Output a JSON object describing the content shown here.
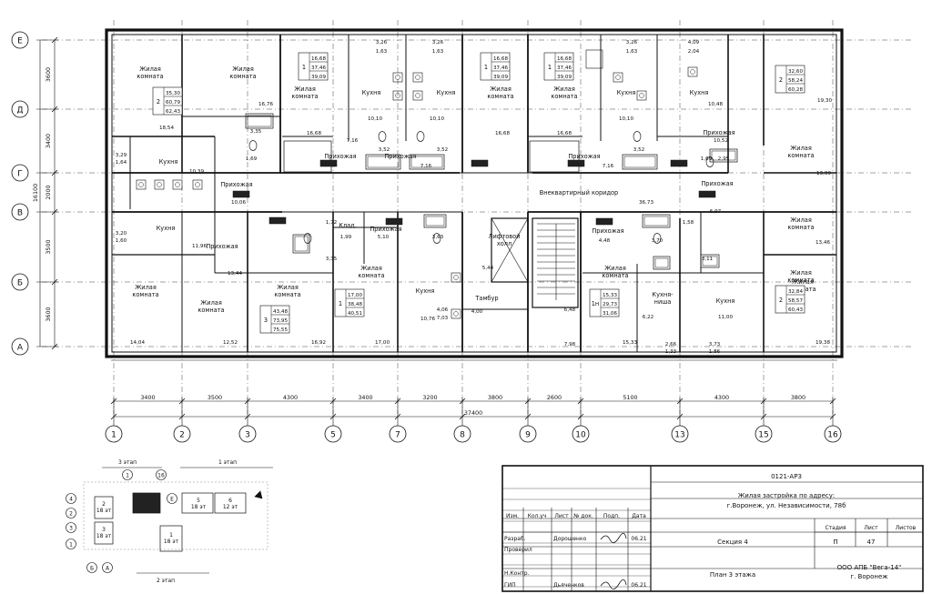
{
  "project_code": "0121-АРЗ",
  "address_line1": "Жилая застройка по адресу:",
  "address_line2": "г.Воронеж, ул. Независимости, 78б",
  "section": "Секция 4",
  "sheet_title": "План 3 этажа",
  "company_line1": "ООО АПБ \"Вега-14\"",
  "company_line2": "г. Воронеж",
  "stage_header": "Стадия",
  "sheet_header": "Лист",
  "sheets_header": "Листов",
  "stage_value": "П",
  "sheet_value": "47",
  "stamp_headers": [
    "Изм.",
    "Кол.уч",
    "Лист",
    "№ док.",
    "Подп.",
    "Дата"
  ],
  "roles": [
    {
      "role": "Разраб.",
      "name": "Дорошенко",
      "date": "06.21"
    },
    {
      "role": "Проверил",
      "name": "",
      "date": ""
    },
    {
      "role": "Н.Контр.",
      "name": "",
      "date": ""
    },
    {
      "role": "ГИП",
      "name": "Дьяченков",
      "date": "06.21"
    }
  ],
  "total_length": "37400",
  "axis_numbers": [
    "1",
    "2",
    "3",
    "5",
    "7",
    "8",
    "9",
    "10",
    "13",
    "15",
    "16"
  ],
  "axis_spacings": [
    "3400",
    "3500",
    "4300",
    "3400",
    "3200",
    "3800",
    "2600",
    "5100",
    "4300",
    "3800"
  ],
  "axis_letters": [
    "Е",
    "Д",
    "Г",
    "В",
    "Б",
    "А"
  ],
  "vertical_dims": [
    "3600",
    "3400",
    "2000",
    "3500",
    "3600"
  ],
  "total_height": "16100",
  "key_plan": {
    "floor3": "3 этап",
    "floor1": "1 этап",
    "floor2": "2 этап",
    "sections": [
      {
        "num": "2",
        "area": "18 эт"
      },
      {
        "num": "3",
        "area": "18 эт"
      },
      {
        "num": "5",
        "area": "18 эт"
      },
      {
        "num": "6",
        "area": "12 эт"
      },
      {
        "num": "1",
        "area": "18 эт"
      }
    ],
    "axes_top": [
      "1",
      "16"
    ],
    "axes_left": [
      "4",
      "2",
      "3",
      "1"
    ],
    "axes_bottom": [
      "Б",
      "А"
    ],
    "axis_e": "Е"
  },
  "rooms": [
    {
      "label": [
        "Жилая",
        "комната"
      ],
      "area": ""
    },
    {
      "label": [
        "Жилая",
        "комната"
      ],
      "area": "16,76"
    },
    {
      "label": [
        "Жилая",
        "комната"
      ],
      "area": "16,68"
    },
    {
      "label": [
        "Кухня"
      ],
      "area": "10,10"
    },
    {
      "label": [
        "Кухня"
      ],
      "area": "10,10"
    },
    {
      "label": [
        "Жилая",
        "комната"
      ],
      "area": "16,68"
    },
    {
      "label": [
        "Жилая",
        "комната"
      ],
      "area": "16,68"
    },
    {
      "label": [
        "Кухня"
      ],
      "area": "10,10"
    },
    {
      "label": [
        "Кухня"
      ],
      "area": "10,48"
    },
    {
      "label": [
        "Жилая",
        "комната"
      ],
      "area": "19,30"
    },
    {
      "label": [
        "Кухня"
      ],
      "area": "10,39"
    },
    {
      "label": [
        "Жилая",
        "комната"
      ],
      "area": "13,99"
    },
    {
      "label": [
        "Прихожая"
      ],
      "area": "10,06"
    },
    {
      "label": [
        "Прихожая"
      ],
      "area": "7,16"
    },
    {
      "label": [
        "Прихожая"
      ],
      "area": "7,16"
    },
    {
      "label": [
        "Прихожая"
      ],
      "area": "7,16"
    },
    {
      "label": [
        "Прихожая"
      ],
      "area": "10,52"
    },
    {
      "label": [
        "Внеквартирный коридор"
      ],
      "area": "36,73"
    },
    {
      "label": [
        "Прихожая"
      ],
      "area": ""
    },
    {
      "label": [
        "Кухня"
      ],
      "area": "11,96"
    },
    {
      "label": [
        "Прихожая"
      ],
      "area": "13,44"
    },
    {
      "label": [
        "Клад."
      ],
      "area": "1,99"
    },
    {
      "label": [
        "Прихожая"
      ],
      "area": "5,10"
    },
    {
      "label": [
        "Лифтовой",
        "холл"
      ],
      "area": "5,44"
    },
    {
      "label": [
        "Прихожая"
      ],
      "area": "4,48"
    },
    {
      "label": [
        "Жилая",
        "комната"
      ],
      "area": "13,46"
    },
    {
      "label": [
        "Жилая",
        "комната"
      ],
      "area": "14,04"
    },
    {
      "label": [
        "Жилая",
        "комната"
      ],
      "area": "12,52"
    },
    {
      "label": [
        "Жилая",
        "комната"
      ],
      "area": "16,92"
    },
    {
      "label": [
        "Жилая",
        "комната"
      ],
      "area": "17,00"
    },
    {
      "label": [
        "Кухня"
      ],
      "area": "10,76"
    },
    {
      "label": [
        "Тамбур"
      ],
      "area": "4,00"
    },
    {
      "label": [
        "Жилая",
        "комната"
      ],
      "area": "15,33"
    },
    {
      "label": [
        "Кухня-",
        "ниша"
      ],
      "area": "6,22"
    },
    {
      "label": [
        "Кухня"
      ],
      "area": "11,00"
    },
    {
      "label": [
        "Жилая",
        "комната"
      ],
      "area": "19,38"
    },
    {
      "label": [
        "Кухня"
      ],
      "area": ""
    }
  ],
  "apartments": [
    {
      "rooms": "2",
      "vals": [
        "35,30",
        "60,79",
        "62,43"
      ]
    },
    {
      "rooms": "1",
      "vals": [
        "16,68",
        "37,46",
        "39,09"
      ]
    },
    {
      "rooms": "1",
      "vals": [
        "16,68",
        "37,46",
        "39,09"
      ]
    },
    {
      "rooms": "1",
      "vals": [
        "16,68",
        "37,46",
        "39,09"
      ]
    },
    {
      "rooms": "2",
      "vals": [
        "32,60",
        "58,24",
        "60,28"
      ]
    },
    {
      "rooms": "3",
      "vals": [
        "43,48",
        "73,95",
        "75,55"
      ]
    },
    {
      "rooms": "1",
      "vals": [
        "17,00",
        "38,48",
        "40,51"
      ]
    },
    {
      "rooms": "1н",
      "vals": [
        "15,33",
        "29,73",
        "31,06"
      ]
    },
    {
      "rooms": "2",
      "vals": [
        "32,84",
        "58,57",
        "60,43"
      ]
    }
  ],
  "small_areas": [
    "3,26",
    "1,63",
    "3,26",
    "1,63",
    "3,26",
    "1,63",
    "4,09",
    "2,04",
    "18,54",
    "3,35",
    "3,52",
    "3,52",
    "3,52",
    "1,69",
    "2,95",
    "3,29",
    "1,64",
    "3,20",
    "1,60",
    "1,72",
    "3,63",
    "3,70",
    "1,58",
    "3,35",
    "3,11",
    "4,06",
    "7,03",
    "6,48",
    "7,98",
    "2,66",
    "1,33",
    "3,73",
    "1,86",
    "6,97",
    "1,69"
  ]
}
